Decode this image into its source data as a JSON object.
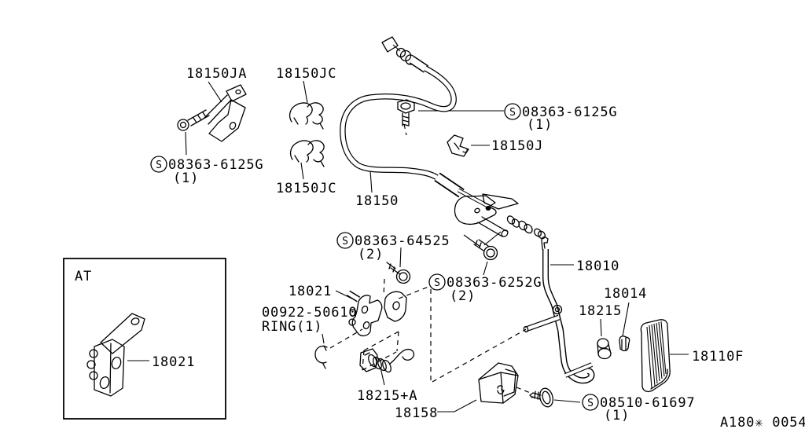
{
  "colors": {
    "ink": "#000000",
    "paper": "#ffffff"
  },
  "sheet": {
    "code": "A180✳ 0054"
  },
  "inset": {
    "title": "AT"
  },
  "symbols": {
    "screw": "S"
  },
  "labels": {
    "p18150ja": "18150JA",
    "p18150jc_top": "18150JC",
    "p18150jc_bottom": "18150JC",
    "screw_6125g_left": "08363-6125G",
    "screw_6125g_left_qty": "(1)",
    "screw_6125g_right": "08363-6125G",
    "screw_6125g_right_qty": "(1)",
    "p18150j": "18150J",
    "p18150": "18150",
    "screw_64525": "08363-64525",
    "screw_64525_qty": "(2)",
    "screw_6252g": "08363-6252G",
    "screw_6252g_qty": "(2)",
    "p18010": "18010",
    "p18021": "18021",
    "ring": "00922-50610",
    "ring_qty": "RING(1)",
    "p18014": "18014",
    "p18215": "18215",
    "p18110f": "18110F",
    "p18021_at": "18021",
    "p18215_a": "18215+A",
    "p18158": "18158",
    "screw_08510": "08510-61697",
    "screw_08510_qty": "(1)"
  }
}
